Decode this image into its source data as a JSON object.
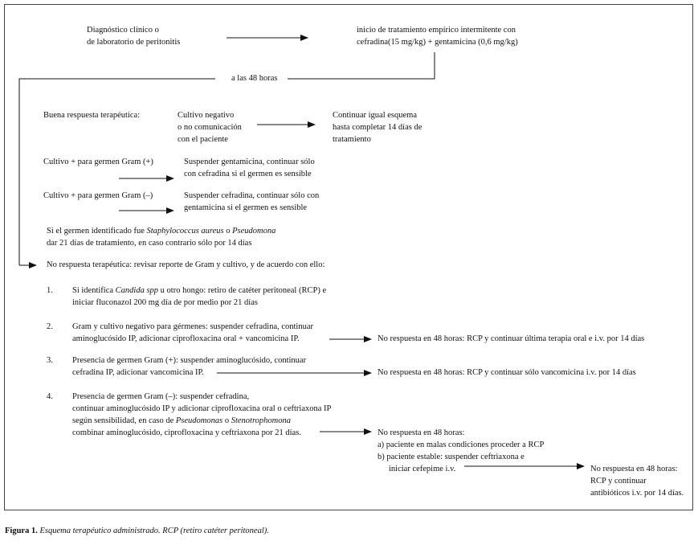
{
  "top": {
    "diag_line1": "Diagnóstico clínico o",
    "diag_line2": "de laboratorio de peritonitis",
    "init_line1": "inicio de tratamiento empírico intermitente con",
    "init_line2": "cefradina(15 mg/kg) + gentamicina (0,6 mg/kg)",
    "hours48": "a las 48 horas"
  },
  "good": {
    "label": "Buena respuesta terapéutica:",
    "neg_line1": "Cultivo negativo",
    "neg_line2": "o no comunicación",
    "neg_line3": "con el paciente",
    "cont_line1": "Continuar igual esquema",
    "cont_line2": "hasta completar 14 días de",
    "cont_line3": "tratamiento",
    "gpos_label": "Cultivo + para germen Gram (+)",
    "gpos_line1": "Suspender gentamicina, continuar sólo",
    "gpos_line2": "con cefradina si el germen es sensible",
    "gneg_label": "Cultivo + para germen Gram (–)",
    "gneg_line1": "Suspender cefradina, continuar sólo con",
    "gneg_line2": "gentamicina si el germen es sensible",
    "staph_pre": "Si el germen identificado fue ",
    "staph_org1": "Staphylococcus aureus",
    "staph_mid": " o ",
    "staph_org2": "Pseudomona",
    "staph_line2": "dar 21 días de tratamiento, en caso contrario sólo por 14 días"
  },
  "bad": {
    "label": "No respuesta terapéutica: revisar reporte de Gram y cultivo, y de acuerdo con ello:",
    "n1": "1.",
    "i1_pre": "Si identifica ",
    "i1_org": "Candida spp",
    "i1_post": " u otro hongo: retiro de catéter peritoneal (RCP) e",
    "i1_line2": "iniciar fluconazol 200 mg día de por medio por 21 días",
    "n2": "2.",
    "i2_line1": "Gram y cultivo negativo para gérmenes: suspender cefradina, continuar",
    "i2_line2": "aminoglucósido IP, adicionar ciprofloxacina oral + vancomicina IP.",
    "i2_out": "No respuesta en 48 horas: RCP y continuar última terapia oral e i.v. por 14 días",
    "n3": "3.",
    "i3_line1": "Presencia de germen Gram (+): suspender aminoglucósido, continuar",
    "i3_line2": "cefradina IP, adicionar vancomicina IP.",
    "i3_out": "No respuesta en 48 horas: RCP y continuar sólo vancomicina i.v. por 14 días",
    "n4": "4.",
    "i4_line1": "Presencia de germen Gram (–): suspender cefradina,",
    "i4_line2": "continuar aminoglucósido IP y adicionar ciprofloxacina oral o ceftriaxona IP",
    "i4_pre3": "según sensibilidad, en caso de ",
    "i4_org1": "Pseudomonas",
    "i4_mid3": " o ",
    "i4_org2": "Stenotrophomona",
    "i4_line4": "combinar aminoglucósido, ciprofloxacina y ceftriaxona por 21 días.",
    "i4_out1": "No respuesta en 48 horas:",
    "i4_out2": "a) paciente en malas condiciones proceder a RCP",
    "i4_out3": "b) paciente estable: suspender ceftriaxona e",
    "i4_out4": "iniciar cefepime i.v.",
    "i4_final1": "No respuesta en 48 horas:",
    "i4_final2": "RCP y continuar",
    "i4_final3": "antibióticos i.v. por 14 días."
  },
  "caption": {
    "fig": "Figura 1.",
    "text": " Esquema terapéutico administrado. RCP (retiro catéter peritoneal)."
  }
}
